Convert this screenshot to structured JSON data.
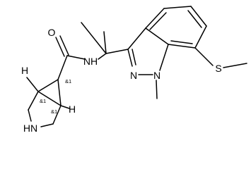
{
  "molecule": {
    "atoms": [
      {
        "id": "O",
        "label": "O"
      },
      {
        "id": "NH_amide",
        "label": "NH"
      },
      {
        "id": "H_left",
        "label": "H"
      },
      {
        "id": "H_right",
        "label": "H"
      },
      {
        "id": "NH_ring",
        "label": "HN"
      },
      {
        "id": "N_ind_2",
        "label": "N"
      },
      {
        "id": "N_ind_1",
        "label": "N"
      },
      {
        "id": "S",
        "label": "S"
      }
    ],
    "stereo_labels": [
      {
        "id": "c1",
        "label": "&1"
      },
      {
        "id": "c2",
        "label": "&1"
      },
      {
        "id": "c3",
        "label": "&1"
      }
    ]
  }
}
